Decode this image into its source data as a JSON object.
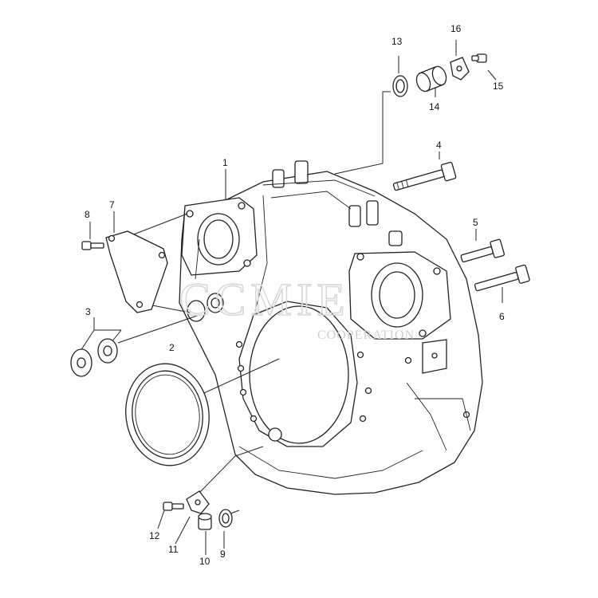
{
  "callouts": [
    {
      "id": "1",
      "text": "1"
    },
    {
      "id": "2",
      "text": "2"
    },
    {
      "id": "3",
      "text": "3"
    },
    {
      "id": "4",
      "text": "4"
    },
    {
      "id": "5",
      "text": "5"
    },
    {
      "id": "6",
      "text": "6"
    },
    {
      "id": "7",
      "text": "7"
    },
    {
      "id": "8",
      "text": "8"
    },
    {
      "id": "9",
      "text": "9"
    },
    {
      "id": "10",
      "text": "10"
    },
    {
      "id": "11",
      "text": "11"
    },
    {
      "id": "12",
      "text": "12"
    },
    {
      "id": "13",
      "text": "13"
    },
    {
      "id": "14",
      "text": "14"
    },
    {
      "id": "15",
      "text": "15"
    },
    {
      "id": "16",
      "text": "16"
    }
  ],
  "watermark": {
    "main": "CCMIE",
    "sub": "COOPERATION"
  }
}
